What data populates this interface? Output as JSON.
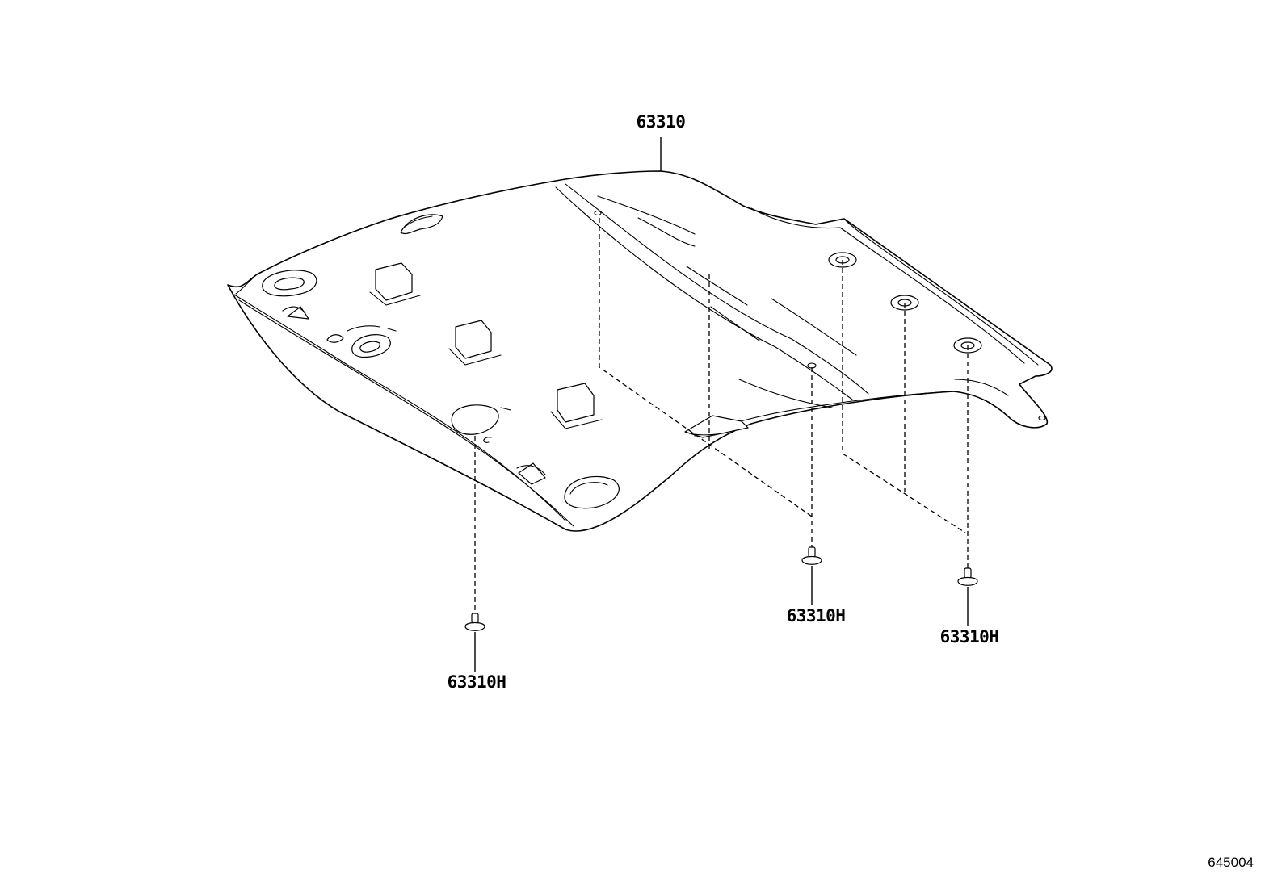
{
  "diagram": {
    "figure_code": "645004",
    "parts": {
      "headlining": {
        "number": "63310"
      },
      "clip_left": {
        "number": "63310H"
      },
      "clip_middle": {
        "number": "63310H"
      },
      "clip_right": {
        "number": "63310H"
      }
    }
  }
}
